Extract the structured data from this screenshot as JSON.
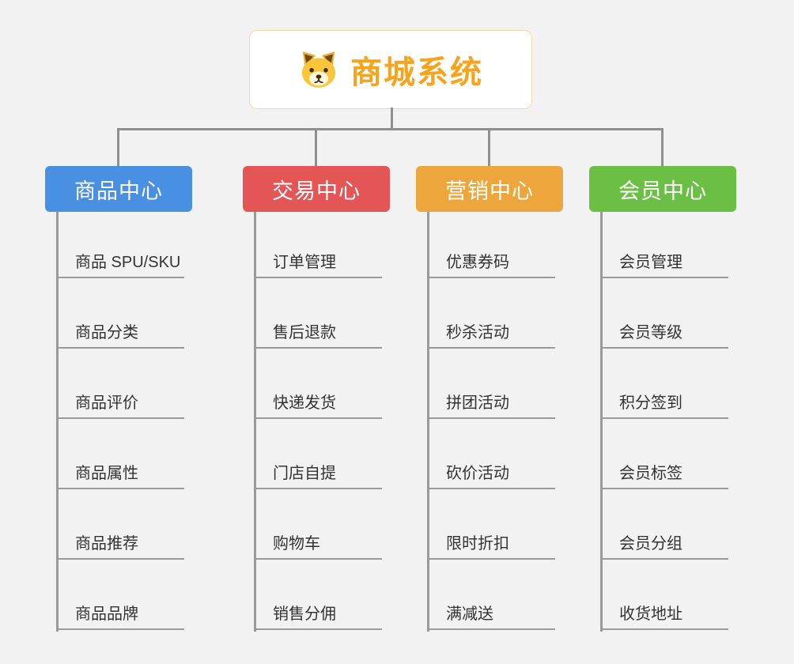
{
  "background_color": "#f2f2f2",
  "connector_color": "#8f8f8f",
  "root": {
    "title": "商城系统",
    "title_color": "#f7a31c",
    "icon": "dog-icon",
    "border_color": "#f0d9a8"
  },
  "branches": [
    {
      "label": "商品中心",
      "color": "#4a90e2",
      "children": [
        "商品 SPU/SKU",
        "商品分类",
        "商品评价",
        "商品属性",
        "商品推荐",
        "商品品牌"
      ]
    },
    {
      "label": "交易中心",
      "color": "#e45656",
      "children": [
        "订单管理",
        "售后退款",
        "快递发货",
        "门店自提",
        "购物车",
        "销售分佣"
      ]
    },
    {
      "label": "营销中心",
      "color": "#eda63b",
      "children": [
        "优惠券码",
        "秒杀活动",
        "拼团活动",
        "砍价活动",
        "限时折扣",
        "满减送"
      ]
    },
    {
      "label": "会员中心",
      "color": "#6cbf45",
      "children": [
        "会员管理",
        "会员等级",
        "积分签到",
        "会员标签",
        "会员分组",
        "收货地址"
      ]
    }
  ]
}
